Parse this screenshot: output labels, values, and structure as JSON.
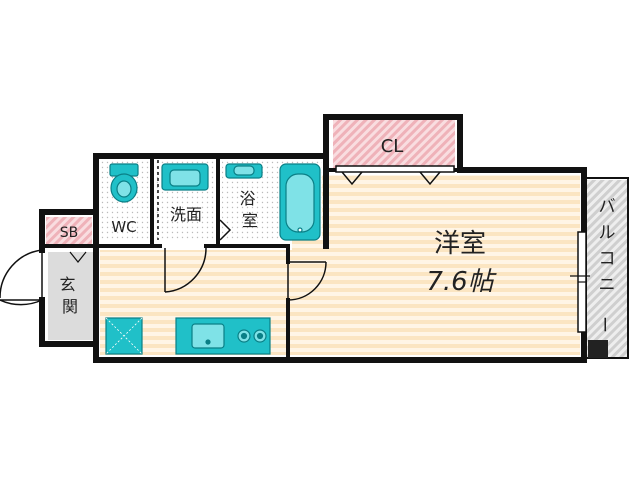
{
  "rooms": {
    "western_room": {
      "name": "洋室",
      "size": "7.6帖"
    },
    "closet": "CL",
    "bathroom": "浴室",
    "washroom": "洗面",
    "toilet": "WC",
    "shoe_box": "SB",
    "entrance": "玄関",
    "balcony": "バルコニー"
  },
  "colors": {
    "wall": "#111111",
    "floor_stripe": "#fbe5c2",
    "floor_base": "#fff5e6",
    "pink_hatch": "#f4c3c8",
    "gray_hatch": "#d9d9d9",
    "fixture": "#20c0c8"
  }
}
